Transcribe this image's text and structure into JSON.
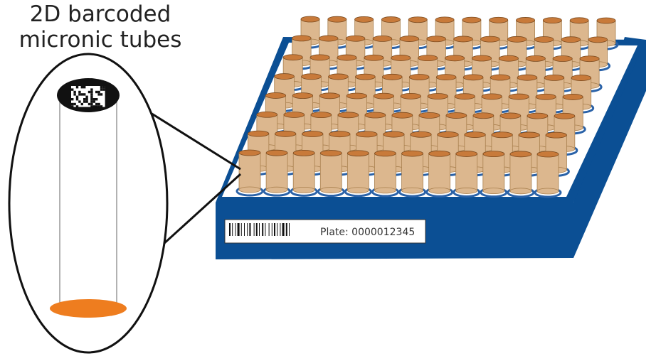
{
  "caption": {
    "line1": "2D barcoded",
    "line2": "micronic tubes"
  },
  "plate_label": {
    "text": "Plate: 0000012345"
  },
  "rack": {
    "rows": 8,
    "columns": 12
  },
  "colors": {
    "rack_blue": "#0b4f94",
    "rack_top": "#ffffff",
    "tube_body": "#dcb78e",
    "tube_edge": "#a9804f",
    "tube_cap": "#c87a3a",
    "well_blue": "#2a62a8",
    "tube_bottom_orange": "#ee7d1f",
    "outline": "#111111"
  },
  "icons": {
    "zoom": "magnifier-ellipse",
    "tube_cap_barcode": "datamatrix-barcode",
    "plate_barcode": "linear-barcode"
  }
}
